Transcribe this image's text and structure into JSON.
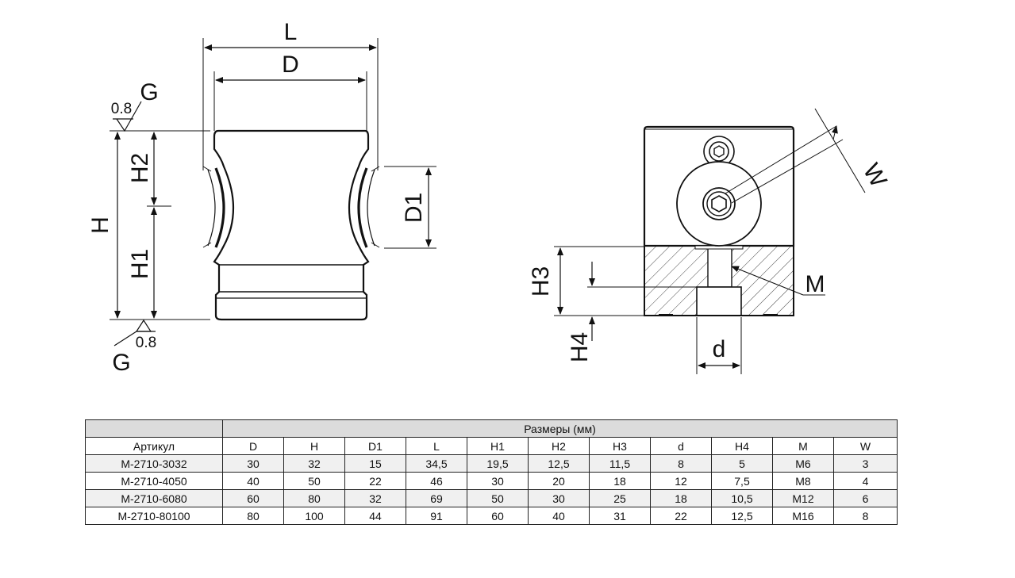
{
  "drawing": {
    "left_view": {
      "labels": {
        "L": "L",
        "D": "D",
        "H": "H",
        "H1": "H1",
        "H2": "H2",
        "D1": "D1",
        "G_top": "G",
        "G_bottom": "G",
        "roughness_top": "0.8",
        "roughness_bottom": "0.8"
      }
    },
    "right_view": {
      "labels": {
        "W": "W",
        "M": "M",
        "H3": "H3",
        "H4": "H4",
        "d": "d"
      }
    }
  },
  "table": {
    "group_header": "Размеры (мм)",
    "article_header": "Артикул",
    "columns": [
      "D",
      "H",
      "D1",
      "L",
      "H1",
      "H2",
      "H3",
      "d",
      "H4",
      "M",
      "W"
    ],
    "rows": [
      [
        "M-2710-3032",
        "30",
        "32",
        "15",
        "34,5",
        "19,5",
        "12,5",
        "11,5",
        "8",
        "5",
        "M6",
        "3"
      ],
      [
        "M-2710-4050",
        "40",
        "50",
        "22",
        "46",
        "30",
        "20",
        "18",
        "12",
        "7,5",
        "M8",
        "4"
      ],
      [
        "M-2710-6080",
        "60",
        "80",
        "32",
        "69",
        "50",
        "30",
        "25",
        "18",
        "10,5",
        "M12",
        "6"
      ],
      [
        "M-2710-80100",
        "80",
        "100",
        "44",
        "91",
        "60",
        "40",
        "31",
        "22",
        "12,5",
        "M16",
        "8"
      ]
    ]
  }
}
